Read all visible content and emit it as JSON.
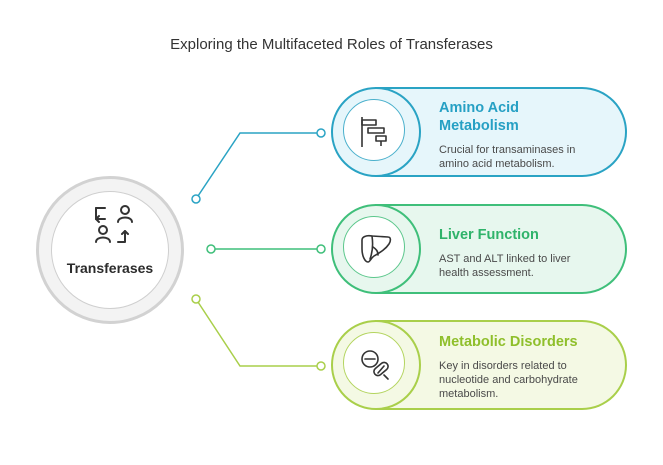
{
  "title": "Exploring the Multifaceted Roles of Transferases",
  "hub": {
    "label": "Transferases",
    "icon": "swap-users-icon"
  },
  "cards": [
    {
      "heading": "Amino Acid Metabolism",
      "heading_lines": [
        "Amino Acid",
        "Metabolism"
      ],
      "description_lines": [
        "Crucial for transaminases in",
        "amino acid metabolism."
      ],
      "icon": "gantt-chart-icon",
      "color": "#2aa3c4"
    },
    {
      "heading": "Liver Function",
      "heading_lines": [
        "Liver Function"
      ],
      "description_lines": [
        "AST and ALT linked to liver",
        "health assessment."
      ],
      "icon": "liver-icon",
      "color": "#3fbf7a"
    },
    {
      "heading": "Metabolic Disorders",
      "heading_lines": [
        "Metabolic Disorders"
      ],
      "description_lines": [
        "Key in disorders related to",
        "nucleotide and carbohydrate",
        "metabolism."
      ],
      "icon": "pills-icon",
      "color": "#a9cf4a"
    }
  ]
}
